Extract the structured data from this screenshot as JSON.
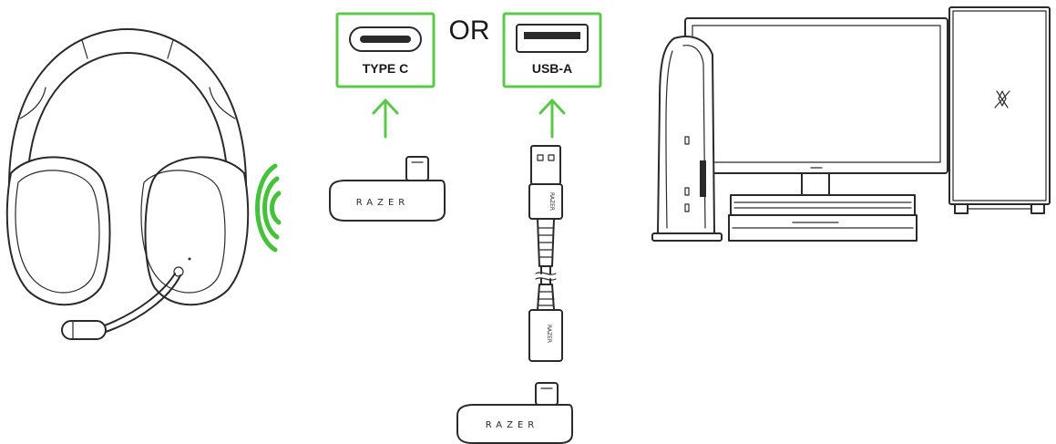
{
  "ports": {
    "type_c": {
      "label": "TYPE C"
    },
    "usb_a": {
      "label": "USB-A"
    },
    "separator": "OR"
  },
  "dongle": {
    "brand": "RAZER"
  },
  "cable": {
    "brand": "RAZER"
  },
  "extender": {
    "brand": "RAZER"
  },
  "colors": {
    "accent": "#5cc84a",
    "ink": "#2a2a2a"
  },
  "icons": [
    "headset-icon",
    "wireless-signal-icon",
    "usb-c-dongle-icon",
    "usb-a-cable-icon",
    "console-icon",
    "monitor-icon",
    "pc-tower-icon",
    "razer-logo-icon",
    "arrow-up-icon"
  ]
}
